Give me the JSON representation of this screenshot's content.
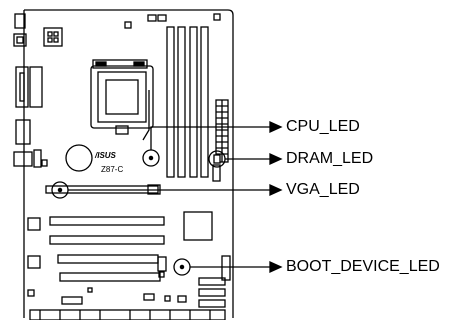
{
  "board": {
    "brand_logo": "/ISUS",
    "model": "Z87-C"
  },
  "leds": [
    {
      "id": "cpu",
      "label": "CPU_LED"
    },
    {
      "id": "dram",
      "label": "DRAM_LED"
    },
    {
      "id": "vga",
      "label": "VGA_LED"
    },
    {
      "id": "boot",
      "label": "BOOT_DEVICE_LED"
    }
  ],
  "colors": {
    "line": "#000000",
    "background": "#ffffff"
  }
}
